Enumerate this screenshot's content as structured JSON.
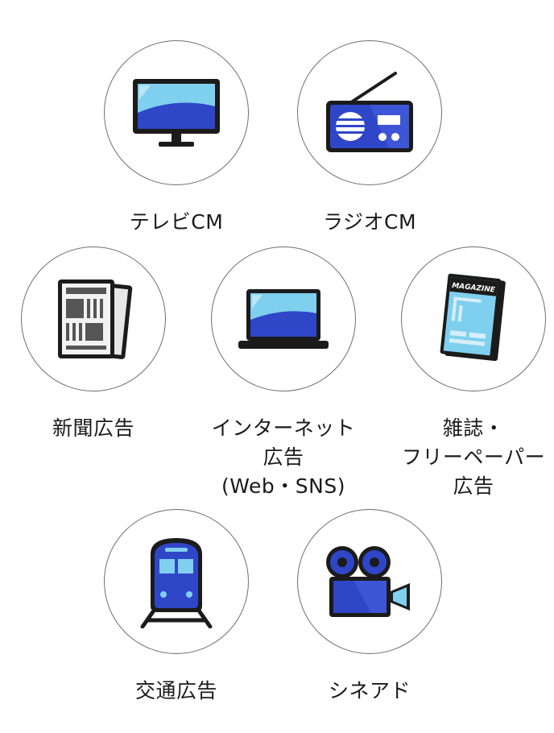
{
  "media": [
    {
      "id": "tv",
      "icon": "tv-icon",
      "lines": [
        "テレビCM"
      ]
    },
    {
      "id": "radio",
      "icon": "radio-icon",
      "lines": [
        "ラジオCM"
      ]
    },
    {
      "id": "newspaper",
      "icon": "newspaper-icon",
      "lines": [
        "新聞広告"
      ]
    },
    {
      "id": "internet",
      "icon": "laptop-icon",
      "lines": [
        "インターネット",
        "広告",
        "(Web・SNS)"
      ]
    },
    {
      "id": "magazine",
      "icon": "magazine-icon",
      "lines": [
        "雑誌・",
        "フリーペーパー",
        "広告"
      ]
    },
    {
      "id": "transit",
      "icon": "train-icon",
      "lines": [
        "交通広告"
      ]
    },
    {
      "id": "cinema",
      "icon": "movie-camera-icon",
      "lines": [
        "シネアド"
      ]
    }
  ],
  "magazine_cover_text": "MAGAZINE",
  "colors": {
    "primary_blue": "#2f46c8",
    "light_blue": "#7fcfef",
    "outline": "#1b1b1b",
    "gray": "#555555",
    "circle_border": "#6f6f6f"
  }
}
